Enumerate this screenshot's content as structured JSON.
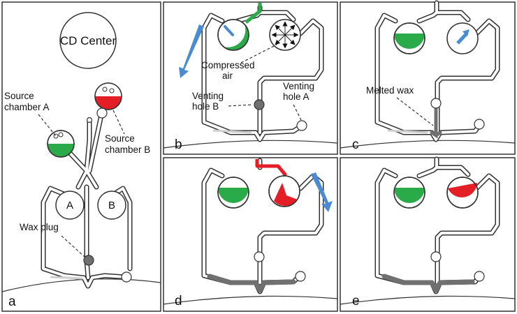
{
  "panels": [
    {
      "id": "a",
      "label": "a"
    },
    {
      "id": "b",
      "label": "b"
    },
    {
      "id": "c",
      "label": "c"
    },
    {
      "id": "d",
      "label": "d"
    },
    {
      "id": "e",
      "label": "e"
    }
  ],
  "annotations": {
    "cd_center": "CD Center",
    "source_a": [
      "Source",
      "chamber A"
    ],
    "source_b": [
      "Source",
      "chamber B"
    ],
    "chamber_a": "A",
    "chamber_b": "B",
    "wax_plug": "Wax plug",
    "compressed_air": [
      "Compressed",
      "air"
    ],
    "venting_b": [
      "Venting",
      "hole B"
    ],
    "venting_a": [
      "Venting",
      "hole A"
    ],
    "melted_wax": "Melted wax"
  },
  "colors": {
    "green": "#2aaa48",
    "red": "#e41e26",
    "wax": "#707070",
    "arrow": "#4a8bd2",
    "outline": "#333333"
  }
}
